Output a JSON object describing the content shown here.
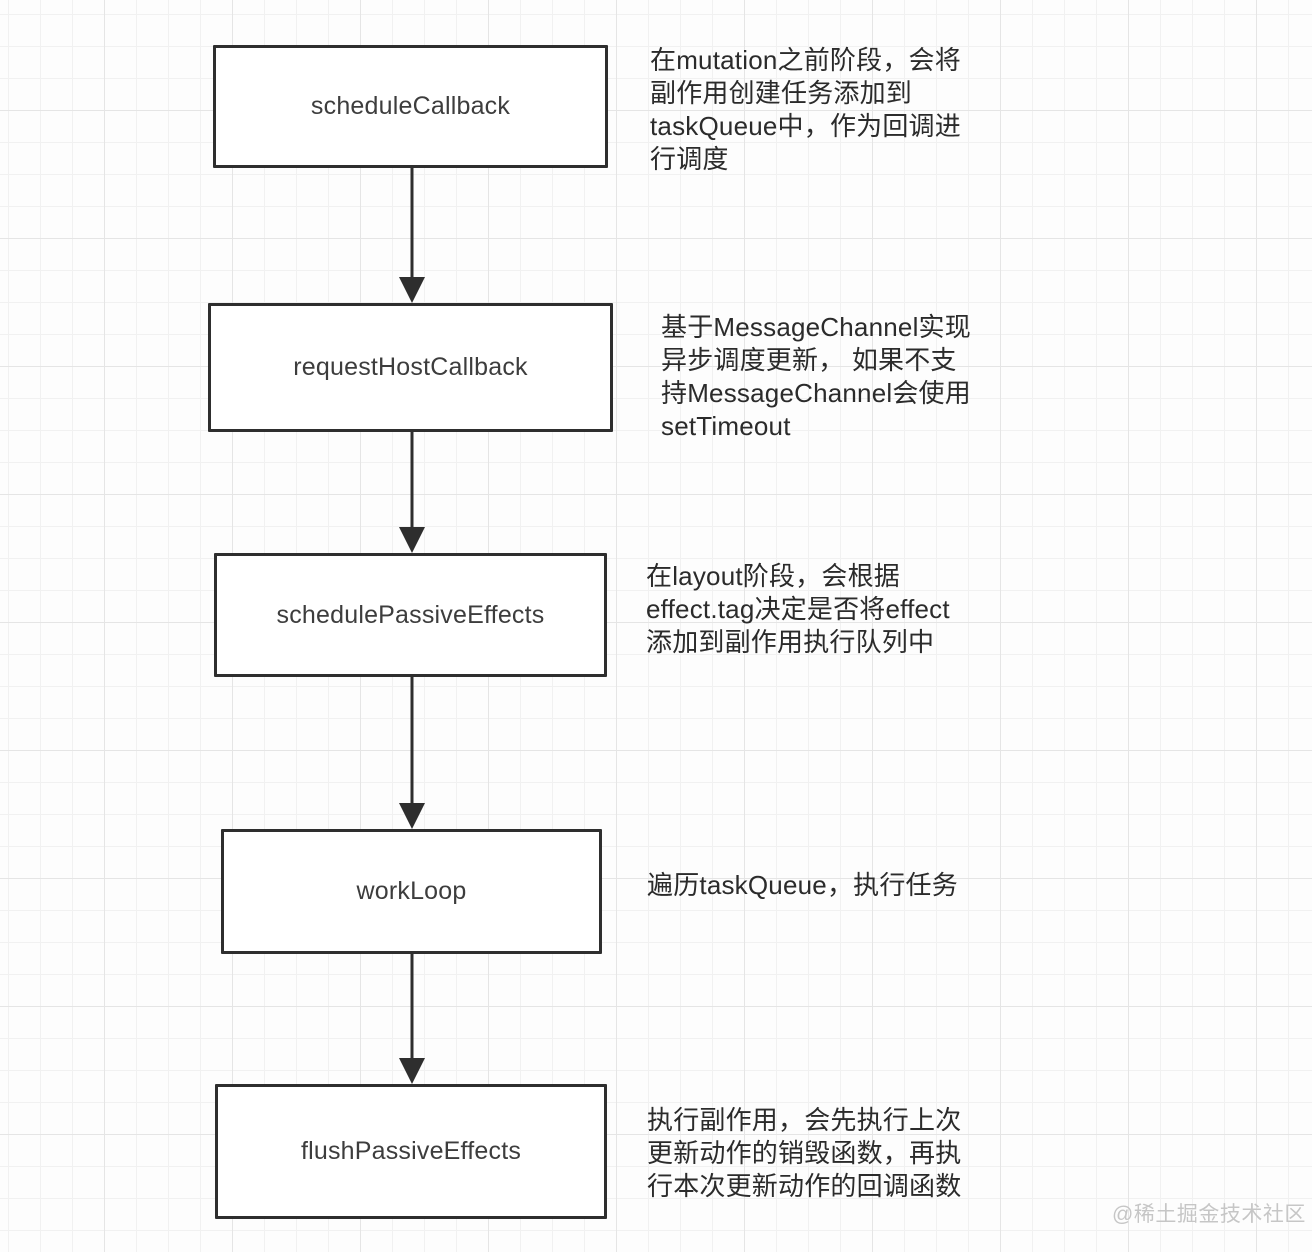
{
  "watermark": "@稀土掘金技术社区",
  "colors": {
    "box_border": "#2e2e2e",
    "box_fill": "#ffffff",
    "label_text": "#3d3d3d",
    "annotation_text": "#2b2b2b",
    "grid_minor": "#f1f1f1",
    "grid_major": "#e5e5e5",
    "watermark_text": "#c6c6c6"
  },
  "nodes": [
    {
      "label": "scheduleCallback",
      "annotation": "在mutation之前阶段，会将\n副作用创建任务添加到\ntaskQueue中，作为回调进\n行调度"
    },
    {
      "label": "requestHostCallback",
      "annotation": "基于MessageChannel实现\n异步调度更新， 如果不支\n持MessageChannel会使用\nsetTimeout"
    },
    {
      "label": "schedulePassiveEffects",
      "annotation": "在layout阶段，会根据\neffect.tag决定是否将effect\n添加到副作用执行队列中"
    },
    {
      "label": "workLoop",
      "annotation": "遍历taskQueue，执行任务"
    },
    {
      "label": "flushPassiveEffects",
      "annotation": "执行副作用，会先执行上次\n更新动作的销毁函数，再执\n行本次更新动作的回调函数"
    }
  ]
}
